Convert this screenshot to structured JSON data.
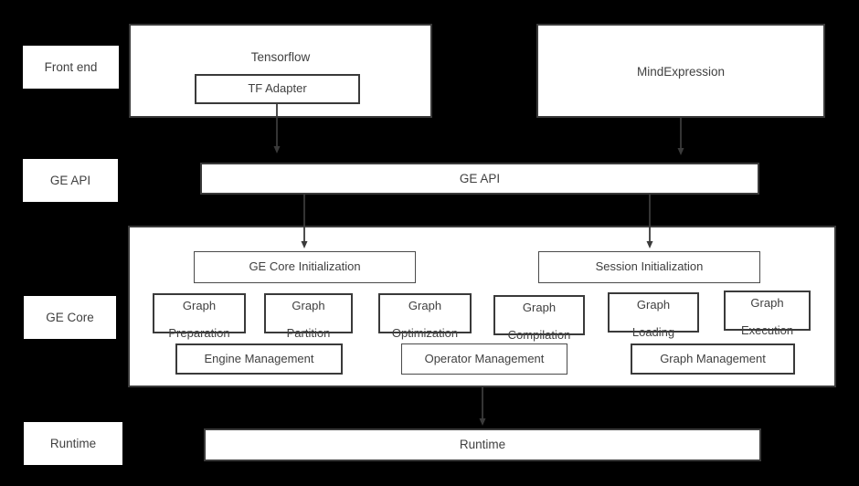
{
  "diagram": {
    "background_color": "#000000",
    "box_fill": "#ffffff",
    "border_color": "#3a3a3a",
    "text_color": "#404040"
  },
  "layer_labels": [
    {
      "id": "front-end",
      "text": "Front end"
    },
    {
      "id": "ge-api",
      "text": "GE API"
    },
    {
      "id": "ge-core",
      "text": "GE Core"
    },
    {
      "id": "runtime",
      "text": "Runtime"
    }
  ],
  "front_end": {
    "tensorflow": {
      "title": "Tensorflow",
      "child": "TF Adapter"
    },
    "mindexpression": {
      "title": "MindExpression"
    }
  },
  "ge_api_bar": {
    "label": "GE API"
  },
  "ge_core": {
    "initialization": [
      {
        "id": "ge-core-initialization",
        "label": "GE Core Initialization"
      },
      {
        "id": "session-initialization",
        "label": "Session Initialization"
      }
    ],
    "graph_modules": [
      {
        "id": "graph-preparation",
        "line1": "Graph",
        "line2": "Preparation"
      },
      {
        "id": "graph-partition",
        "line1": "Graph",
        "line2": "Partition"
      },
      {
        "id": "graph-optimization",
        "line1": "Graph",
        "line2": "Optimization"
      },
      {
        "id": "graph-compilation",
        "line1": "Graph",
        "line2": "Compilation"
      },
      {
        "id": "graph-loading",
        "line1": "Graph",
        "line2": "Loading"
      },
      {
        "id": "graph-execution",
        "line1": "Graph",
        "line2": "Execution"
      }
    ],
    "management_modules": [
      {
        "id": "engine-management",
        "label": "Engine Management"
      },
      {
        "id": "operator-management",
        "label": "Operator Management"
      },
      {
        "id": "graph-management",
        "label": "Graph Management"
      }
    ]
  },
  "runtime_bar": {
    "label": "Runtime"
  },
  "connectors": [
    {
      "id": "tf-adapter-to-ge-api",
      "from": "TF Adapter",
      "to": "GE API",
      "arrow": "down"
    },
    {
      "id": "mindexpression-to-ge-api",
      "from": "MindExpression",
      "to": "GE API",
      "arrow": "down"
    },
    {
      "id": "ge-api-to-ge-core-initialization",
      "from": "GE API",
      "to": "GE Core Initialization",
      "arrow": "down"
    },
    {
      "id": "ge-api-to-session-initialization",
      "from": "GE API",
      "to": "Session Initialization",
      "arrow": "down"
    },
    {
      "id": "ge-core-to-runtime",
      "from": "GE Core",
      "to": "Runtime",
      "arrow": "down"
    }
  ]
}
